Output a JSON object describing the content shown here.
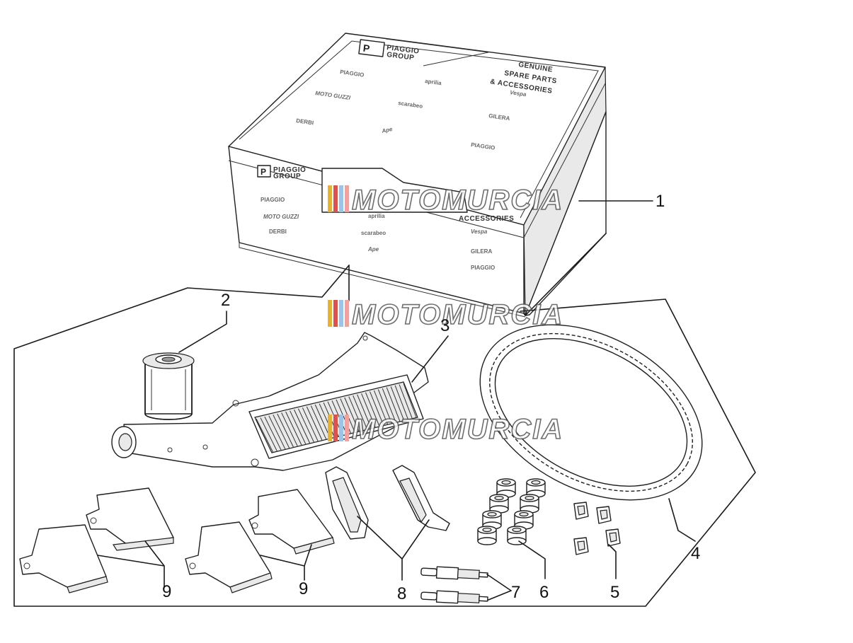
{
  "box": {
    "logo_letter": "P",
    "logo_line1": "PIAGGIO",
    "logo_line2": "GROUP",
    "slogan_lines": [
      "GENUINE",
      "SPARE PARTS",
      "& ACCESSORIES"
    ],
    "front_slogan": "ACCESSORIES",
    "brands_top": [
      "PIAGGIO",
      "aprilia",
      "Vespa",
      "MOTO GUZZI",
      "scarabeo",
      "GILERA",
      "DERBI",
      "Ape",
      "PIAGGIO"
    ],
    "brands_front": [
      "PIAGGIO",
      "MOTO GUZZI",
      "DERBI",
      "aprilia",
      "scarabeo",
      "Ape",
      "Vespa",
      "GILERA",
      "PIAGGIO"
    ]
  },
  "watermark": {
    "text": "MOTOMURCIA",
    "stripe_colors": [
      "#e2b23b",
      "#d9534f",
      "#9dc3e6",
      "#f2a0a0"
    ]
  },
  "callouts": [
    "1",
    "2",
    "3",
    "4",
    "5",
    "6",
    "7",
    "8",
    "9",
    "9"
  ],
  "colors": {
    "line": "#1a1a1a",
    "shade": "#e9e9e9"
  }
}
